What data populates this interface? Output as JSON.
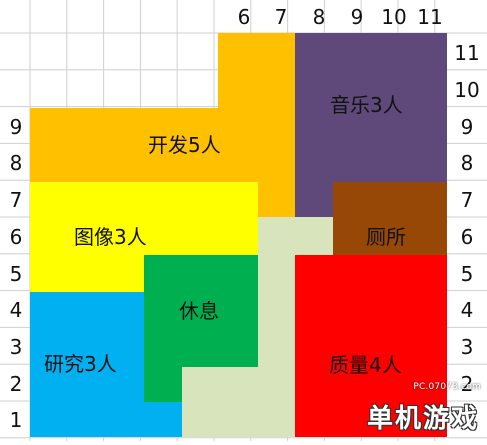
{
  "grid": {
    "top_labels": [
      "6",
      "7",
      "8",
      "9",
      "10",
      "11"
    ],
    "left_labels": [
      "9",
      "8",
      "7",
      "6",
      "5",
      "4",
      "3",
      "2",
      "1"
    ],
    "right_labels": [
      "11",
      "10",
      "9",
      "8",
      "7",
      "6",
      "5",
      "4",
      "3",
      "2",
      "1"
    ],
    "line_color": "#cfcfcf"
  },
  "rooms": {
    "dev": {
      "label": "开发5人",
      "color": "#ffc000"
    },
    "music": {
      "label": "音乐3人",
      "color": "#5f497a"
    },
    "image": {
      "label": "图像3人",
      "color": "#ffff00"
    },
    "toilet": {
      "label": "厕所",
      "color": "#974806"
    },
    "rest": {
      "label": "休息",
      "color": "#00b050"
    },
    "research": {
      "label": "研究3人",
      "color": "#00b0f0"
    },
    "quality": {
      "label": "质量4人",
      "color": "#ff0000"
    },
    "corridor": {
      "color": "#d8e4bc"
    }
  },
  "watermark": {
    "site": "PC.07073.com",
    "brand": "单机游戏"
  }
}
